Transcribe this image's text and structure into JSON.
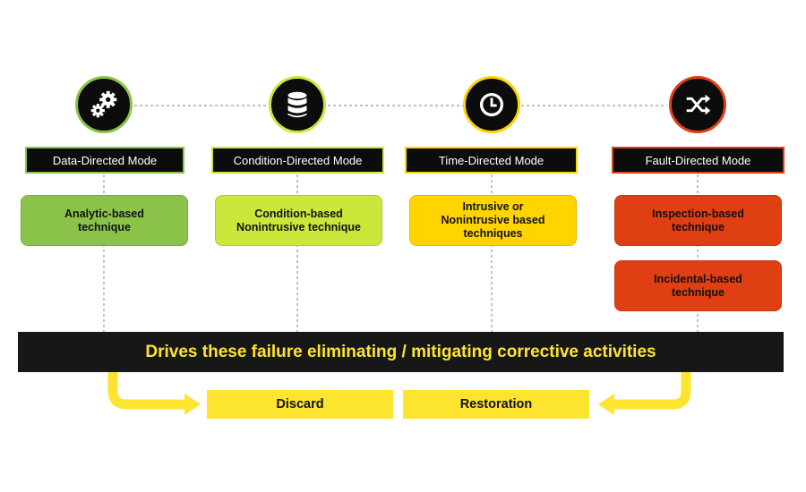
{
  "colors": {
    "data_directed": "#8bc34a",
    "condition_directed": "#cde63a",
    "time_directed": "#ffd400",
    "fault_directed": "#e03e13",
    "bar_background": "#171717",
    "bar_text": "#fde52f",
    "arrow": "#fde52f"
  },
  "modes": [
    {
      "label": "Data-Directed Mode",
      "icon": "gears-icon",
      "color": "#8bc34a"
    },
    {
      "label": "Condition-Directed Mode",
      "icon": "database-icon",
      "color": "#cde63a"
    },
    {
      "label": "Time-Directed Mode",
      "icon": "clock-icon",
      "color": "#ffd400"
    },
    {
      "label": "Fault-Directed Mode",
      "icon": "shuffle-icon",
      "color": "#e03e13"
    }
  ],
  "techniques": {
    "analytic": {
      "line1": "Analytic-based",
      "line2": "technique"
    },
    "condition": {
      "line1": "Condition-based",
      "line2": "Nonintrusive technique"
    },
    "time": {
      "line1": "Intrusive or",
      "line2": "Nonintrusive based",
      "line3": "techniques"
    },
    "inspection": {
      "line1": "Inspection-based",
      "line2": "technique"
    },
    "incidental": {
      "line1": "Incidental-based",
      "line2": "technique"
    }
  },
  "drive_bar": {
    "text": "Drives these failure eliminating / mitigating corrective activities"
  },
  "actions": {
    "discard": "Discard",
    "restoration": "Restoration"
  }
}
